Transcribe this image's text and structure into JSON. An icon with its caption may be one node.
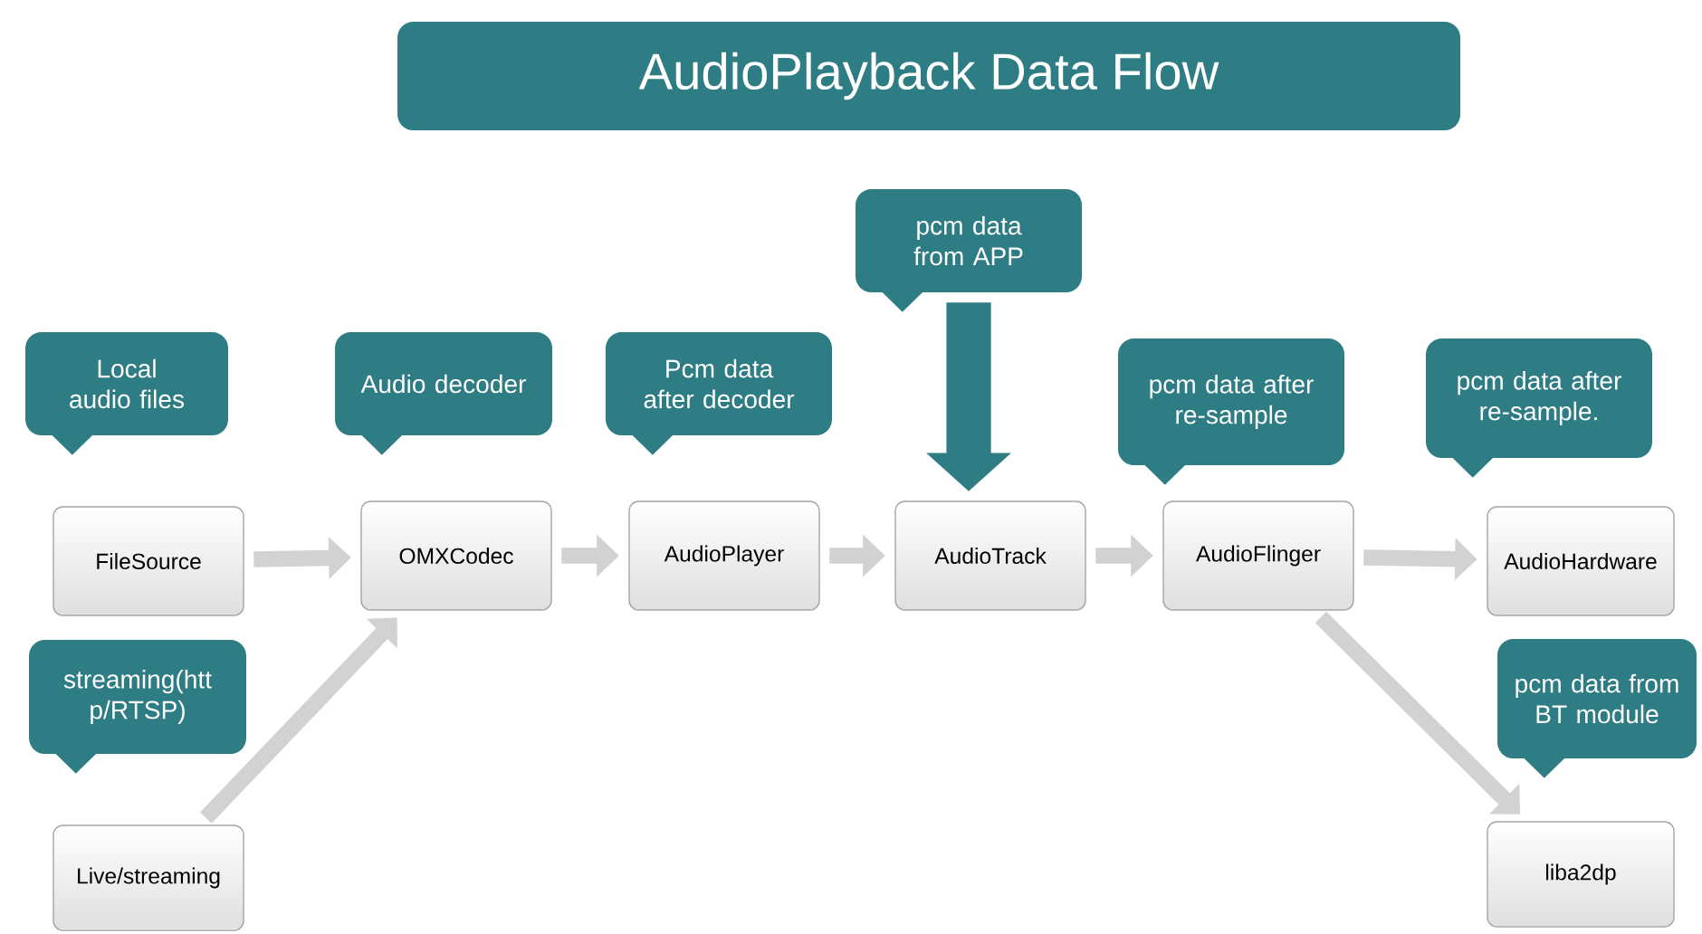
{
  "diagram": {
    "title": "AudioPlayback Data Flow",
    "nodes": [
      {
        "text": [
          "pcm data from APP"
        ]
      },
      {
        "text": [
          "Local audio files"
        ]
      },
      {
        "text": [
          "Audio decoder"
        ]
      },
      {
        "text": [
          "Pcm data after decoder"
        ]
      },
      {
        "text": [
          "pcm data after re-sample"
        ]
      },
      {
        "text": [
          "pcm data after re-sample."
        ]
      },
      {
        "text": [
          "FileSource"
        ]
      },
      {
        "text": [
          "OMXCodec"
        ]
      },
      {
        "text": [
          "AudioPlayer"
        ]
      },
      {
        "text": [
          "AudioTrack"
        ]
      },
      {
        "text": [
          "AudioFlinger"
        ]
      },
      {
        "text": [
          "AudioHardware"
        ]
      },
      {
        "text": [
          "streaming(htt p/RTSP)"
        ]
      },
      {
        "text": [
          "pcm data from BT module"
        ]
      },
      {
        "text": [
          "Live/streaming"
        ]
      },
      {
        "text": [
          "liba2dp"
        ]
      }
    ],
    "edges": [
      {
        "from": 0,
        "to": 9,
        "arrow": "to",
        "style": "thick",
        "color": "#2e7d85"
      },
      {
        "from": 6,
        "to": 7,
        "arrow": "to"
      },
      {
        "from": 14,
        "to": 7,
        "arrow": "to"
      },
      {
        "from": 7,
        "to": 8,
        "arrow": "to"
      },
      {
        "from": 8,
        "to": 9,
        "arrow": "to"
      },
      {
        "from": 9,
        "to": 10,
        "arrow": "to"
      },
      {
        "from": 10,
        "to": 11,
        "arrow": "to"
      },
      {
        "from": 10,
        "to": 15,
        "arrow": "to"
      }
    ]
  }
}
